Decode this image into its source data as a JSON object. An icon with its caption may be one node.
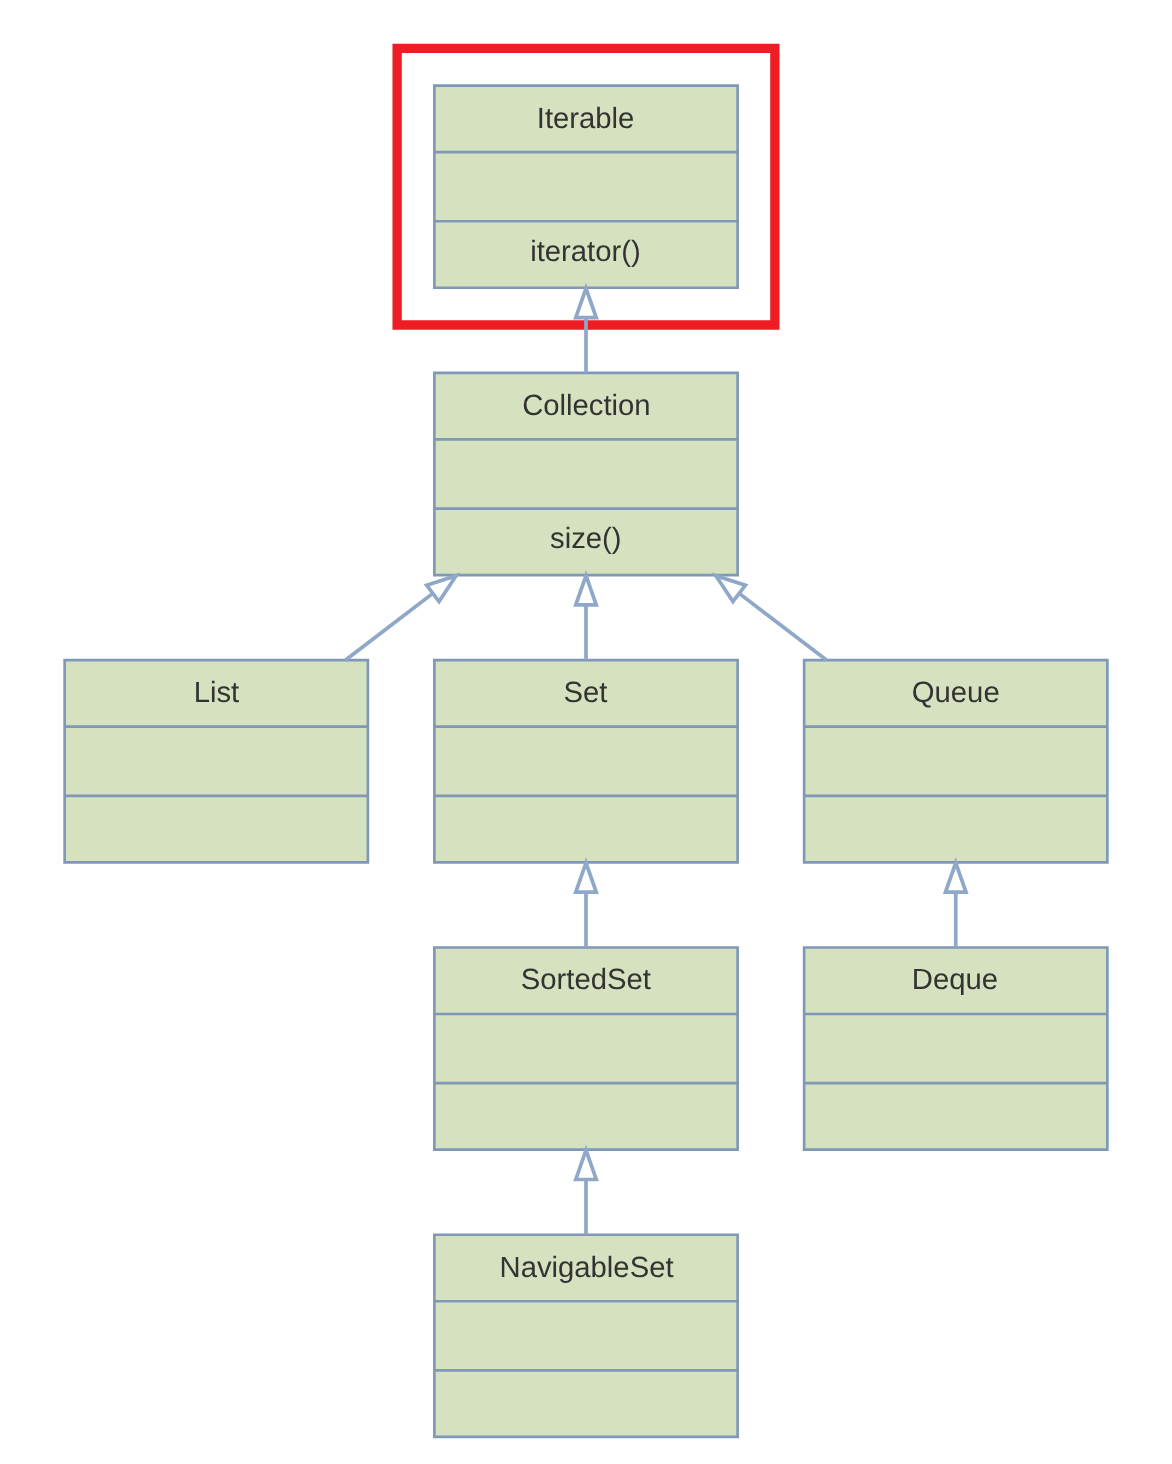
{
  "diagram": {
    "nodes": [
      {
        "text": [],
        "shape": "box"
      },
      {
        "text": [
          "Iterable",
          "iterator()"
        ],
        "in": 0
      },
      {
        "text": [
          "Collection",
          "size()"
        ]
      },
      {
        "text": [
          "List"
        ]
      },
      {
        "text": [
          "Set"
        ]
      },
      {
        "text": [
          "Queue"
        ]
      },
      {
        "text": [
          "SortedSet"
        ]
      },
      {
        "text": [
          "Deque"
        ]
      },
      {
        "text": [
          "NavigableSet"
        ]
      }
    ],
    "edges": [
      {
        "from": 2,
        "to": 1,
        "arrow": "to"
      },
      {
        "from": 3,
        "to": 2,
        "arrow": "to"
      },
      {
        "from": 4,
        "to": 2,
        "arrow": "to"
      },
      {
        "from": 5,
        "to": 2,
        "arrow": "to"
      },
      {
        "from": 6,
        "to": 4,
        "arrow": "to"
      },
      {
        "from": 7,
        "to": 5,
        "arrow": "to"
      },
      {
        "from": 8,
        "to": 6,
        "arrow": "to"
      }
    ]
  }
}
